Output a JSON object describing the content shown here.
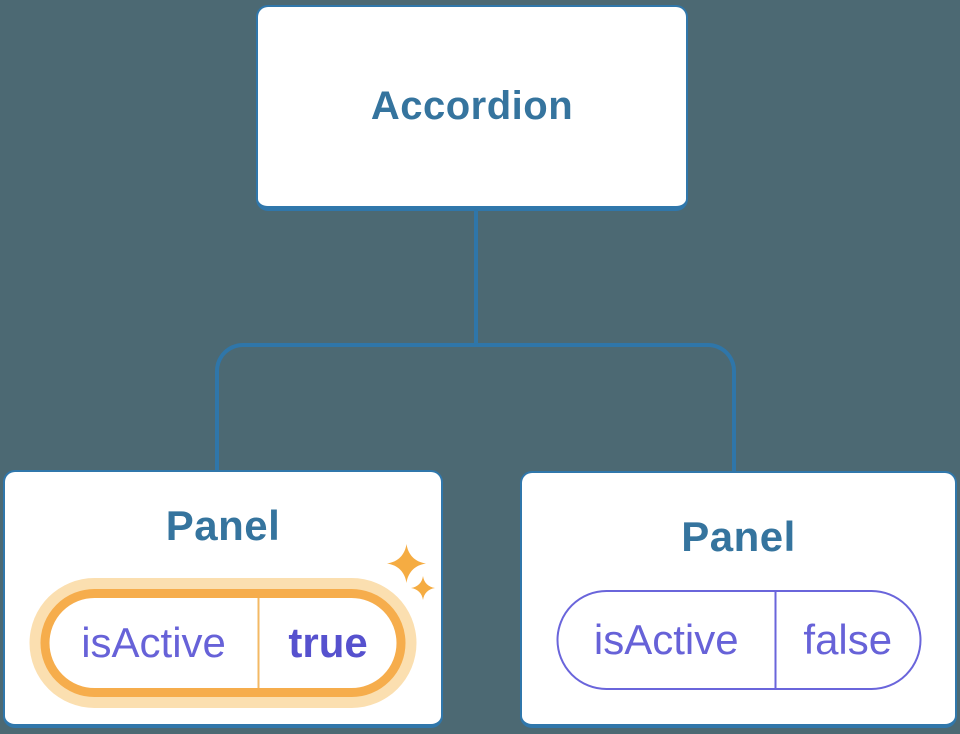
{
  "diagram": {
    "description": "Component tree: Accordion parent with two Panel children holding isActive state",
    "root": {
      "label": "Accordion"
    },
    "children": [
      {
        "title": "Panel",
        "state": {
          "name": "isActive",
          "value": "true"
        },
        "highlighted": true
      },
      {
        "title": "Panel",
        "state": {
          "name": "isActive",
          "value": "false"
        },
        "highlighted": false
      }
    ],
    "colors": {
      "background": "#4C6973",
      "node_fill": "#FFFFFF",
      "node_border": "#3077AB",
      "connector": "#2F76A9",
      "title_text": "#35749E",
      "state_text": "#6762D8",
      "state_value_active_text": "#5651CE",
      "highlight_border": "#F6AD4C",
      "highlight_glow": "#FBDFB0",
      "sparkle": "#F5AC42"
    }
  }
}
